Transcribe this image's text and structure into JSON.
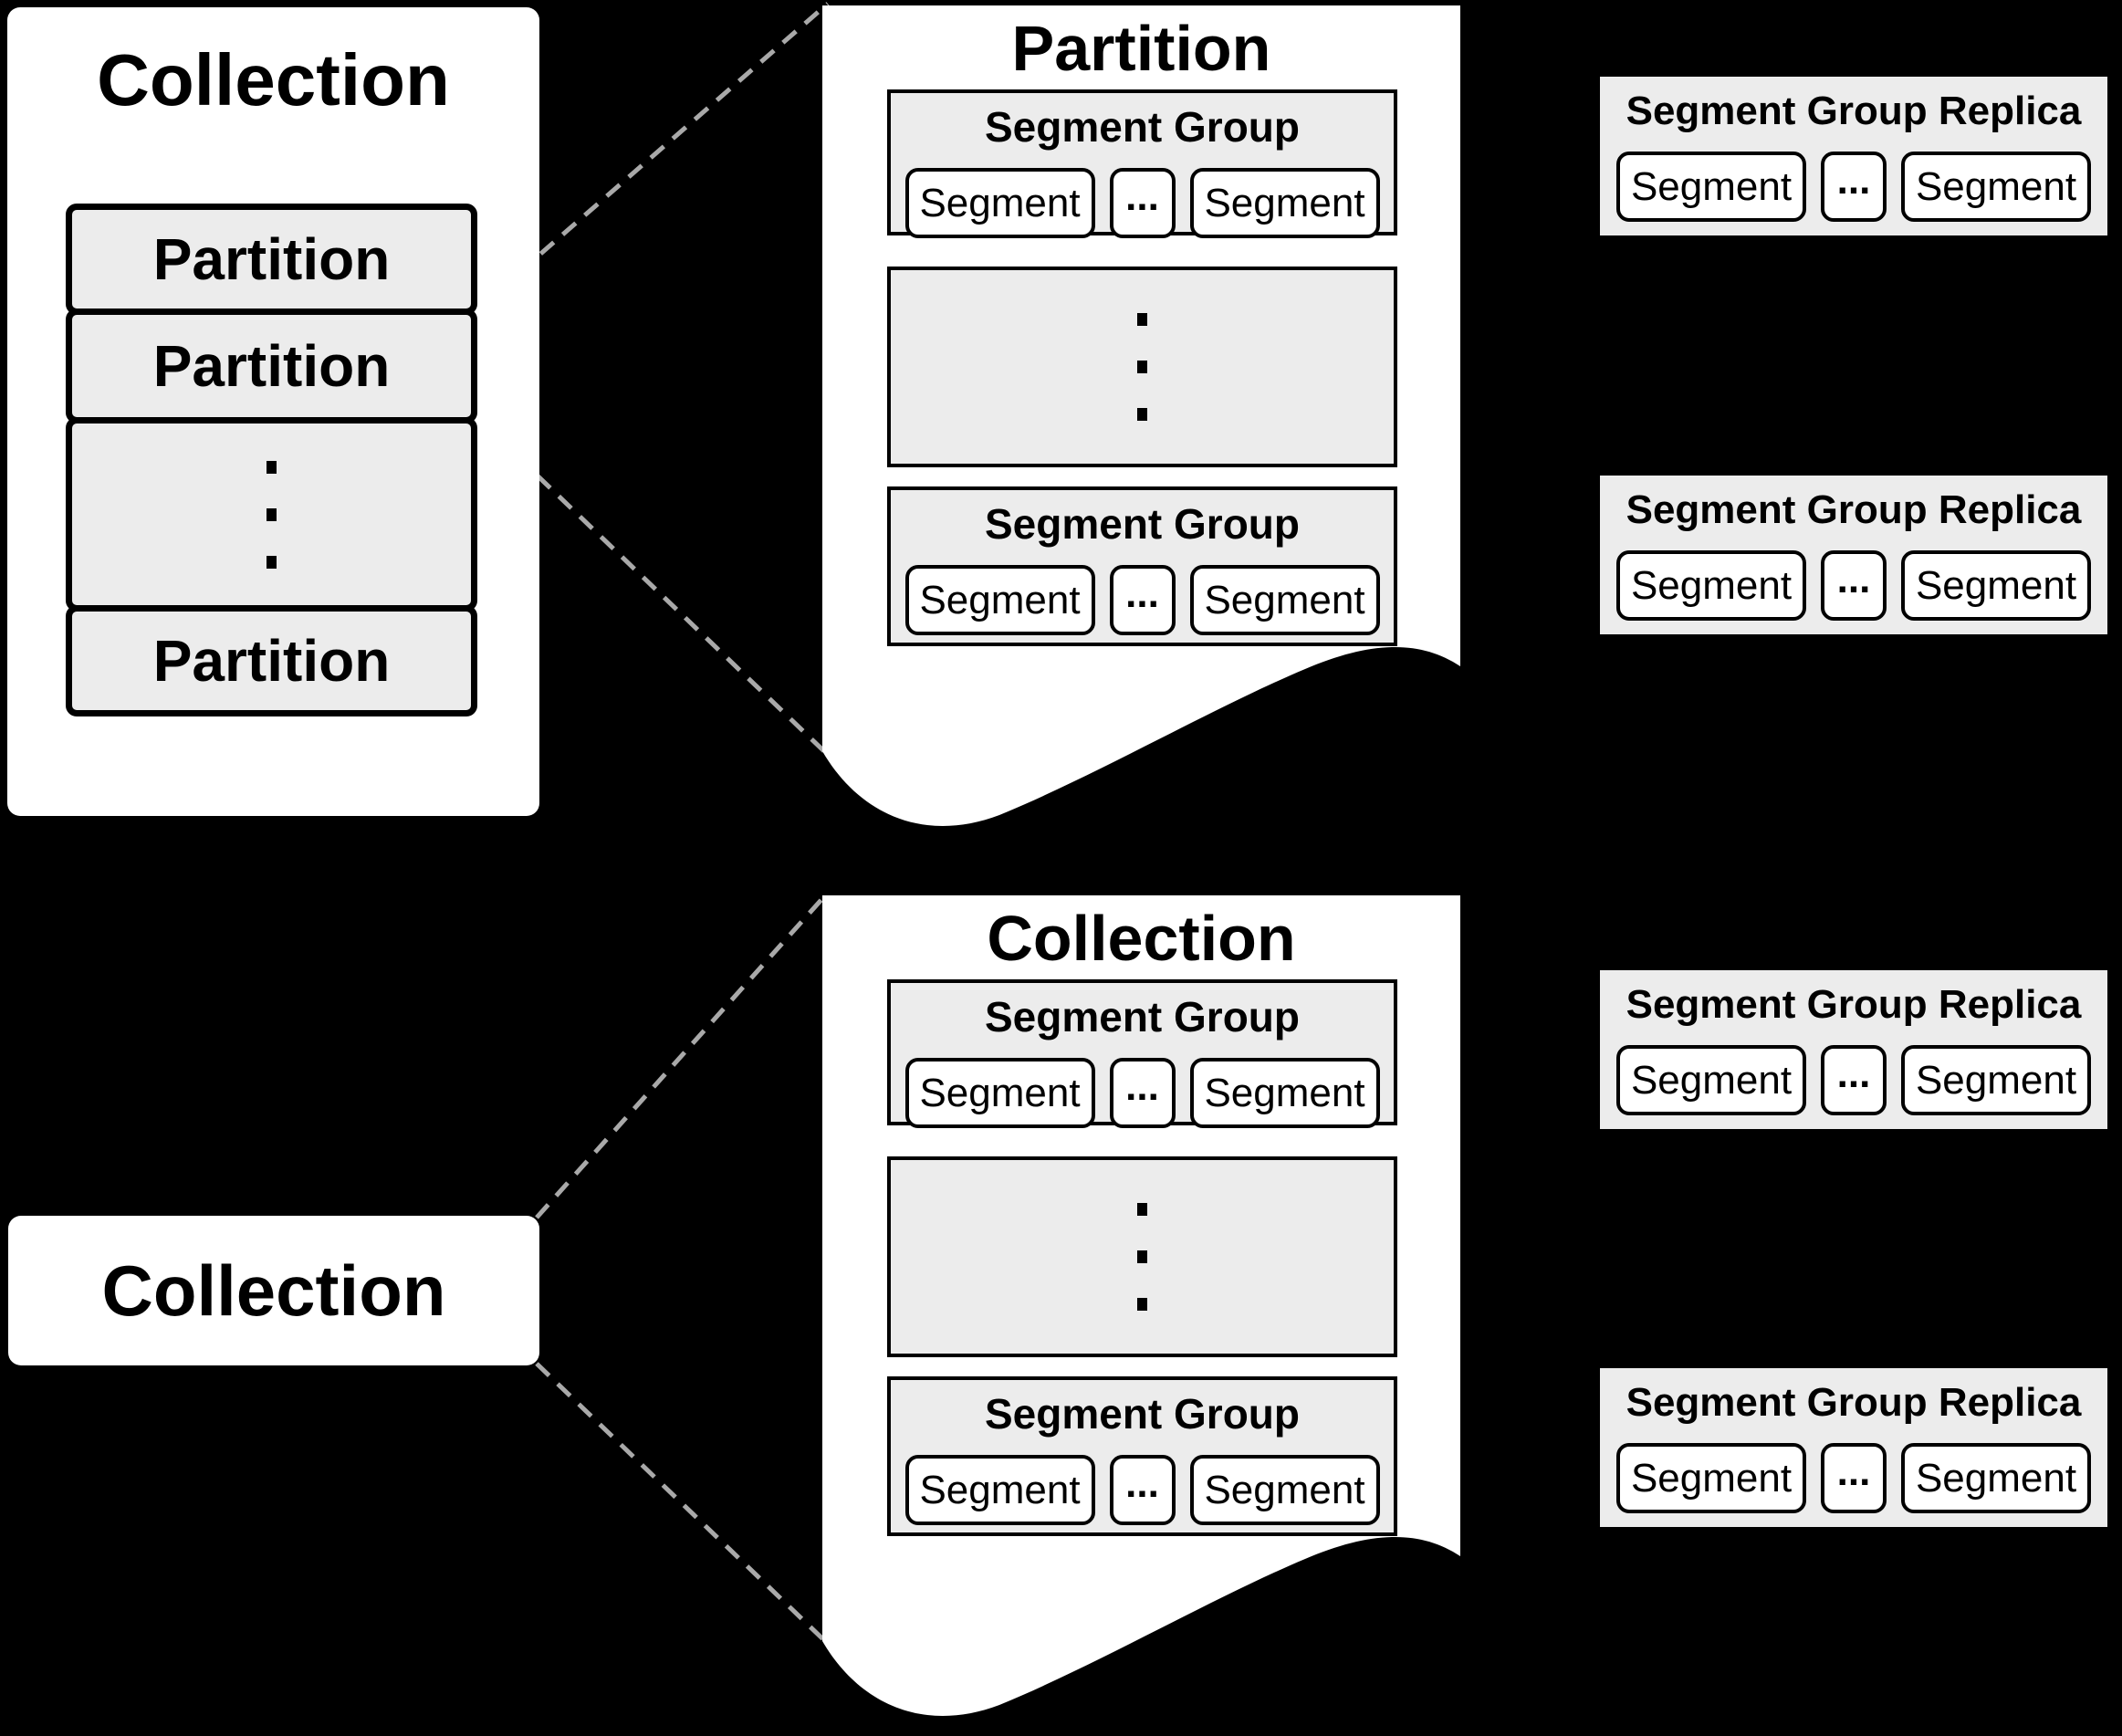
{
  "colors": {
    "background": "#000000",
    "panel_fill": "#ffffff",
    "box_fill": "#ececec",
    "border": "#000000",
    "dashed_line": "#a9a9a9"
  },
  "left_panel": {
    "title": "Collection",
    "partitions": [
      "Partition",
      "Partition",
      "Partition"
    ]
  },
  "partition_panel": {
    "title": "Partition",
    "groups": [
      {
        "title": "Segment Group",
        "segments": [
          "Segment",
          "Segment"
        ],
        "ellipsis": "..."
      },
      {
        "title": "Segment Group",
        "segments": [
          "Segment",
          "Segment"
        ],
        "ellipsis": "..."
      }
    ]
  },
  "collection_panel": {
    "title": "Collection",
    "groups": [
      {
        "title": "Segment Group",
        "segments": [
          "Segment",
          "Segment"
        ],
        "ellipsis": "..."
      },
      {
        "title": "Segment Group",
        "segments": [
          "Segment",
          "Segment"
        ],
        "ellipsis": "..."
      }
    ]
  },
  "collection_box": {
    "title": "Collection"
  },
  "replicas": [
    {
      "title": "Segment Group Replica",
      "segments": [
        "Segment",
        "Segment"
      ],
      "ellipsis": "..."
    },
    {
      "title": "Segment Group Replica",
      "segments": [
        "Segment",
        "Segment"
      ],
      "ellipsis": "..."
    },
    {
      "title": "Segment Group Replica",
      "segments": [
        "Segment",
        "Segment"
      ],
      "ellipsis": "..."
    },
    {
      "title": "Segment Group Replica",
      "segments": [
        "Segment",
        "Segment"
      ],
      "ellipsis": "..."
    }
  ]
}
